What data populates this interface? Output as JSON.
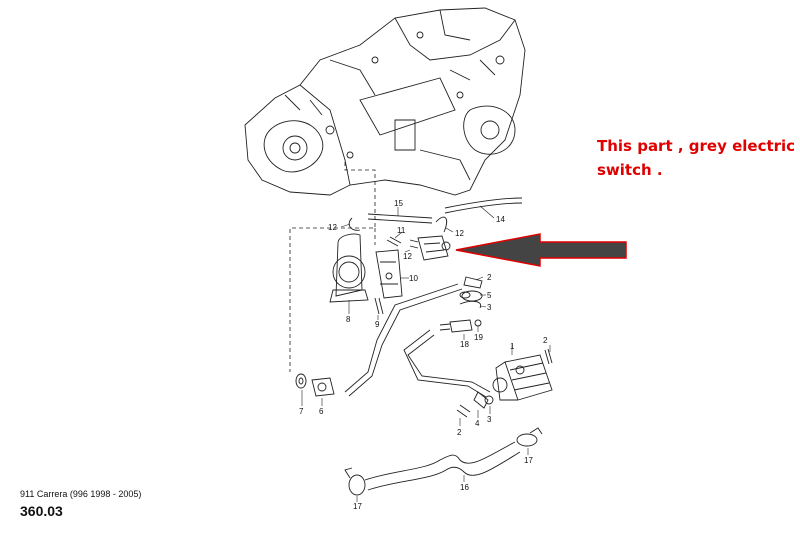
{
  "annotation": {
    "line1": "This part , grey electric",
    "line2": "switch .",
    "text_color": "#e00000",
    "arrow_fill": "#444444",
    "arrow_outline": "#e00000"
  },
  "footer": {
    "model": "911 Carrera (996 1998 - 2005)",
    "page_number": "360.03"
  },
  "callouts": {
    "c1": "1",
    "c2a": "2",
    "c2b": "2",
    "c2c": "2",
    "c3a": "3",
    "c3b": "3",
    "c4": "4",
    "c5": "5",
    "c6": "6",
    "c7": "7",
    "c8": "8",
    "c9": "9",
    "c10": "10",
    "c11": "11",
    "c12a": "12",
    "c12b": "12",
    "c12c": "12",
    "c14": "14",
    "c15": "15",
    "c16": "16",
    "c17a": "17",
    "c17b": "17",
    "c18": "18",
    "c19": "19"
  }
}
